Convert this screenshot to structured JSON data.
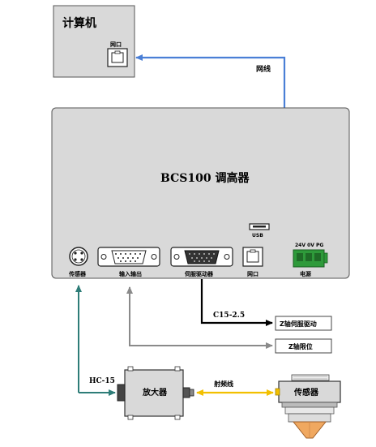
{
  "computer": {
    "title": "计算机",
    "port_label": "网口"
  },
  "net_cable_label": "网线",
  "controller": {
    "title": "BCS100 调高器",
    "usb_label": "USB",
    "power_pins_label": "24V 0V PG",
    "ports": {
      "sensor": "传感器",
      "io": "输入输出",
      "servo": "伺服驱动器",
      "net": "网口",
      "power": "电源"
    }
  },
  "cables": {
    "c15": "C15-2.5",
    "hc15": "HC-15",
    "rf": "射频线"
  },
  "targets": {
    "z_servo": "Z轴伺服驱动",
    "z_limit": "Z轴限位"
  },
  "amplifier_label": "放大器",
  "sensor_head_label": "传感器",
  "colors": {
    "net_line": "#4a7fd6",
    "sensor_line": "#2e7d78",
    "limit_line": "#8a8a8a",
    "servo_line": "#000000",
    "rf_line": "#f2c000",
    "box_fill": "#d9d9d9",
    "power_green": "#2e9a3a",
    "nozzle": "#f0a860"
  }
}
